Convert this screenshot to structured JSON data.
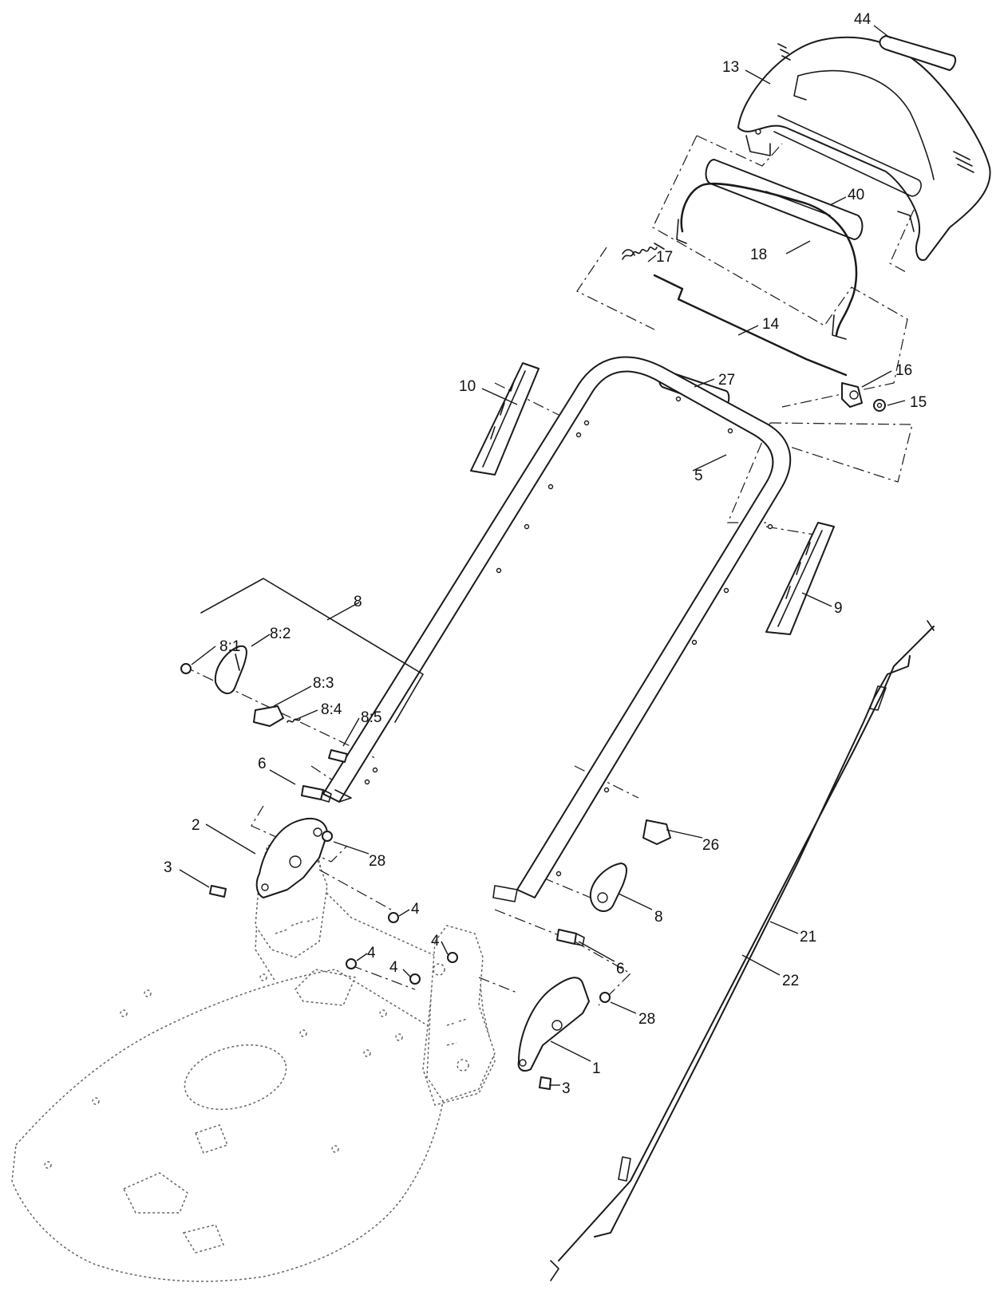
{
  "callouts": [
    {
      "id": "c44",
      "text": "44"
    },
    {
      "id": "c13",
      "text": "13"
    },
    {
      "id": "c40",
      "text": "40"
    },
    {
      "id": "c18",
      "text": "18"
    },
    {
      "id": "c17",
      "text": "17"
    },
    {
      "id": "c14",
      "text": "14"
    },
    {
      "id": "c16",
      "text": "16"
    },
    {
      "id": "c15",
      "text": "15"
    },
    {
      "id": "c10",
      "text": "10"
    },
    {
      "id": "c27",
      "text": "27"
    },
    {
      "id": "c5",
      "text": "5"
    },
    {
      "id": "c9",
      "text": "9"
    },
    {
      "id": "c8a",
      "text": "8"
    },
    {
      "id": "c81",
      "text": "8:1"
    },
    {
      "id": "c82",
      "text": "8:2"
    },
    {
      "id": "c83",
      "text": "8:3"
    },
    {
      "id": "c84",
      "text": "8:4"
    },
    {
      "id": "c85",
      "text": "8:5"
    },
    {
      "id": "c6a",
      "text": "6"
    },
    {
      "id": "c2",
      "text": "2"
    },
    {
      "id": "c28a",
      "text": "28"
    },
    {
      "id": "c3a",
      "text": "3"
    },
    {
      "id": "c4a",
      "text": "4"
    },
    {
      "id": "c4b",
      "text": "4"
    },
    {
      "id": "c4c",
      "text": "4"
    },
    {
      "id": "c4d",
      "text": "4"
    },
    {
      "id": "c26",
      "text": "26"
    },
    {
      "id": "c8b",
      "text": "8"
    },
    {
      "id": "c6b",
      "text": "6"
    },
    {
      "id": "c28b",
      "text": "28"
    },
    {
      "id": "c1",
      "text": "1"
    },
    {
      "id": "c3b",
      "text": "3"
    },
    {
      "id": "c21",
      "text": "21"
    },
    {
      "id": "c22",
      "text": "22"
    }
  ]
}
